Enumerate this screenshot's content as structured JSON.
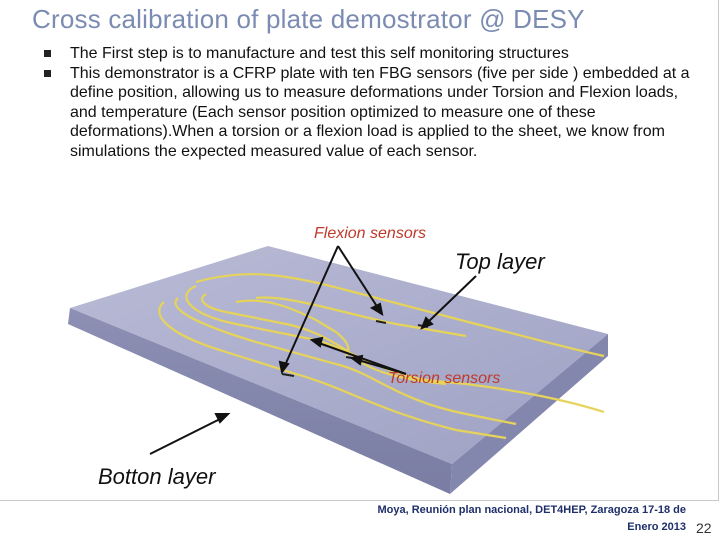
{
  "slide": {
    "title": "Cross calibration of plate demostrator @ DESY",
    "bullets": [
      "The First step is to manufacture and test this self monitoring structures",
      "This demonstrator is a CFRP plate with ten FBG sensors (five per side ) embedded at a define position, allowing us to measure  deformations under Torsion and Flexion loads, and temperature (Each sensor position optimized to measure one of these deformations).When a torsion or a flexion load is applied to the sheet, we know from simulations the expected measured value of each sensor."
    ]
  },
  "figure": {
    "labels": {
      "flexion": "Flexion sensors",
      "top_layer": "Top layer",
      "torsion": "Torsion  sensors",
      "bottom_layer": "Botton layer"
    }
  },
  "footer": {
    "line1": "Moya,  Reunión plan nacional, DET4HEP, Zaragoza 17-18 de",
    "line2": "Enero  2013",
    "page_number": "22"
  },
  "colors": {
    "title": "#7b8bb2",
    "label_red": "#c0392b",
    "footer": "#1f2f6b",
    "plate_top": "#a9abcb",
    "fiber": "#e6d35a"
  }
}
